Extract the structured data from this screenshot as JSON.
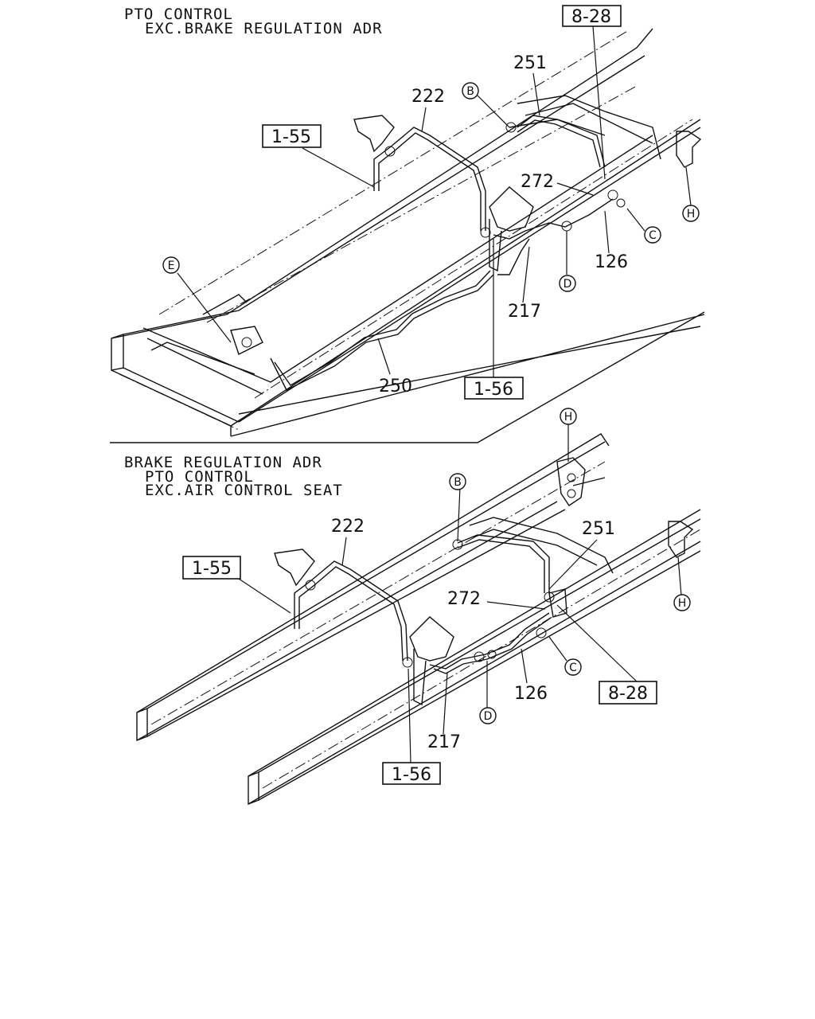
{
  "top_section": {
    "heading_lines": [
      "PTO CONTROL",
      "EXC.BRAKE REGULATION ADR"
    ],
    "part_numbers": {
      "p251": "251",
      "p222": "222",
      "p272": "272",
      "p126": "126",
      "p217": "217",
      "p250": "250"
    },
    "references": {
      "r828": "8-28",
      "r155": "1-55",
      "r156": "1-56"
    },
    "callouts": {
      "b": "B",
      "c": "C",
      "d": "D",
      "e": "E",
      "h": "H"
    }
  },
  "bottom_section": {
    "heading_lines": [
      "BRAKE REGULATION ADR",
      "PTO CONTROL",
      "EXC.AIR CONTROL SEAT"
    ],
    "part_numbers": {
      "p222": "222",
      "p251": "251",
      "p272": "272",
      "p126": "126",
      "p217": "217"
    },
    "references": {
      "r155": "1-55",
      "r828": "8-28",
      "r156": "1-56"
    },
    "callouts": {
      "b": "B",
      "c": "C",
      "d": "D",
      "h_top": "H",
      "h_right": "H"
    }
  }
}
